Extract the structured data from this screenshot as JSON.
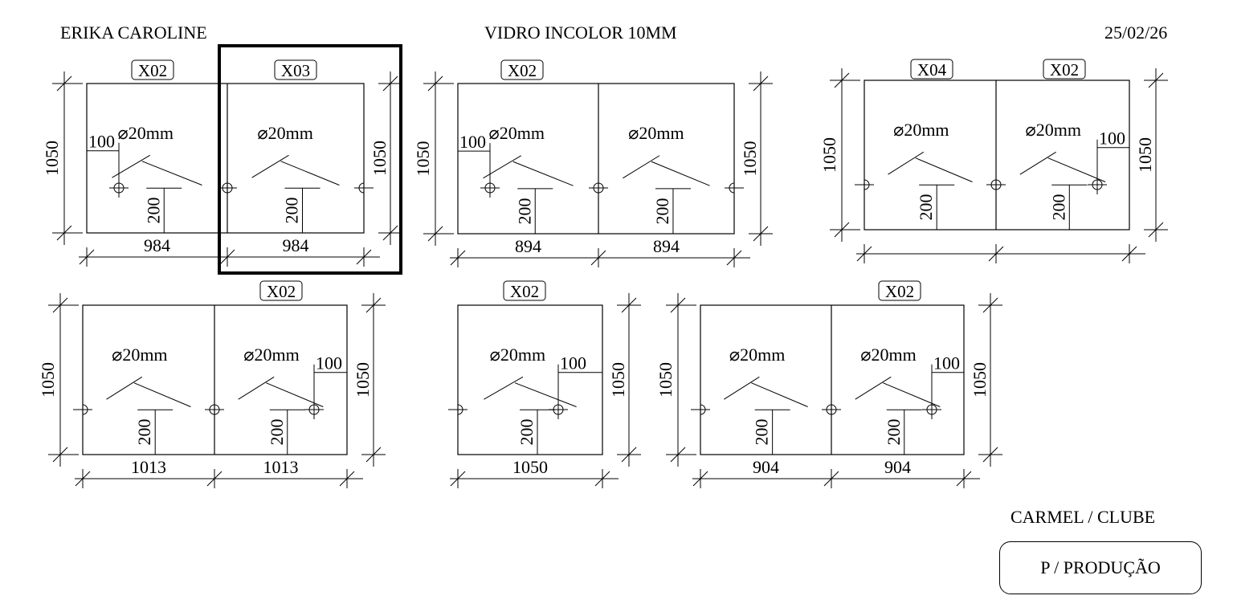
{
  "header": {
    "client": "ERIKA CAROLINE",
    "material": "VIDRO INCOLOR 10MM",
    "date": "25/02/26"
  },
  "footer": {
    "project": "CARMEL / CLUBE",
    "status": "P / PRODUÇÃO"
  },
  "drawings": [
    {
      "tags": [
        "X02",
        "X03"
      ],
      "height_left": "1050",
      "height_right": "1050",
      "widths": [
        "984",
        "984"
      ],
      "panels": [
        {
          "diameter": "⌀20mm",
          "offset_x": "100",
          "offset_y": "200"
        },
        {
          "diameter": "⌀20mm",
          "offset_y": "200"
        }
      ]
    },
    {
      "tags": [
        "X02"
      ],
      "height_left": "1050",
      "height_right": "1050",
      "widths": [
        "894",
        "894"
      ],
      "panels": [
        {
          "diameter": "⌀20mm",
          "offset_x": "100",
          "offset_y": "200"
        },
        {
          "diameter": "⌀20mm",
          "offset_y": "200"
        }
      ]
    },
    {
      "tags": [
        "X04",
        "X02"
      ],
      "height_left": "1050",
      "height_right": "1050",
      "widths": [],
      "panels": [
        {
          "diameter": "⌀20mm",
          "offset_y": "200"
        },
        {
          "diameter": "⌀20mm",
          "offset_x": "100",
          "offset_y": "200"
        }
      ]
    },
    {
      "tags": [
        "X02"
      ],
      "height_left": "1050",
      "height_right": "1050",
      "widths": [
        "1013",
        "1013"
      ],
      "panels": [
        {
          "diameter": "⌀20mm",
          "offset_y": "200"
        },
        {
          "diameter": "⌀20mm",
          "offset_x": "100",
          "offset_y": "200"
        }
      ]
    },
    {
      "tags": [
        "X02"
      ],
      "height_left": "",
      "height_right": "1050",
      "widths": [
        "1050"
      ],
      "panels": [
        {
          "diameter": "⌀20mm",
          "offset_x": "100",
          "offset_y": "200"
        }
      ]
    },
    {
      "tags": [
        "X02"
      ],
      "height_left": "1050",
      "height_right": "1050",
      "widths": [
        "904",
        "904"
      ],
      "panels": [
        {
          "diameter": "⌀20mm",
          "offset_y": "200"
        },
        {
          "diameter": "⌀20mm",
          "offset_x": "100",
          "offset_y": "200"
        }
      ]
    }
  ],
  "highlight": {
    "drawing": 0,
    "panel": 1
  }
}
